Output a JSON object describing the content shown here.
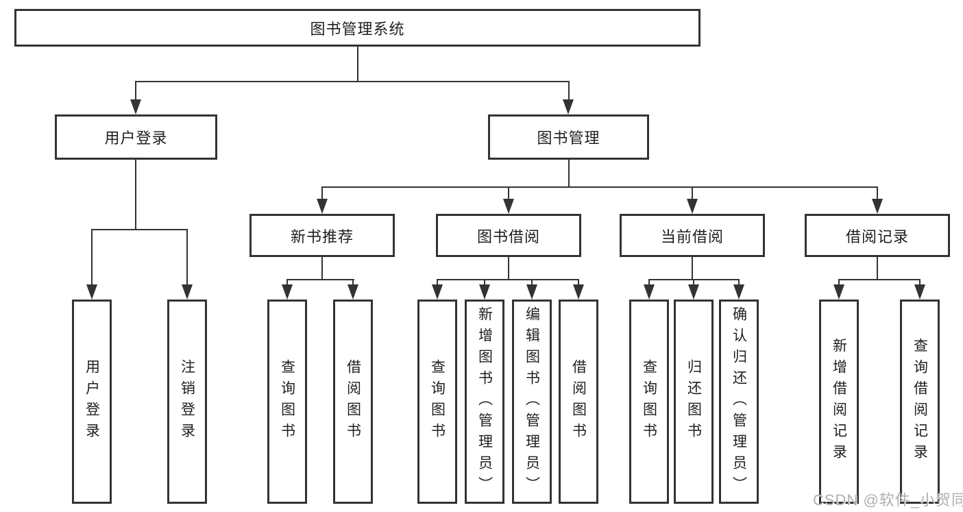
{
  "diagram": {
    "title": "图书管理系统",
    "line_color": "#333333",
    "watermark": "CSDN @软件_小贺同学",
    "watermark_color": "#b0b0b0",
    "level2": [
      {
        "label": "用户登录"
      },
      {
        "label": "图书管理"
      }
    ],
    "level3": [
      {
        "label": "新书推荐"
      },
      {
        "label": "图书借阅"
      },
      {
        "label": "当前借阅"
      },
      {
        "label": "借阅记录"
      }
    ],
    "leaves": [
      {
        "label": "用户登录"
      },
      {
        "label": "注销登录"
      },
      {
        "label": "查询图书"
      },
      {
        "label": "借阅图书"
      },
      {
        "label": "查询图书"
      },
      {
        "label": "新增图书（管理员）"
      },
      {
        "label": "编辑图书（管理员）"
      },
      {
        "label": "借阅图书"
      },
      {
        "label": "查询图书"
      },
      {
        "label": "归还图书"
      },
      {
        "label": "确认归还（管理员）"
      },
      {
        "label": "新增借阅记录"
      },
      {
        "label": "查询借阅记录"
      }
    ]
  }
}
